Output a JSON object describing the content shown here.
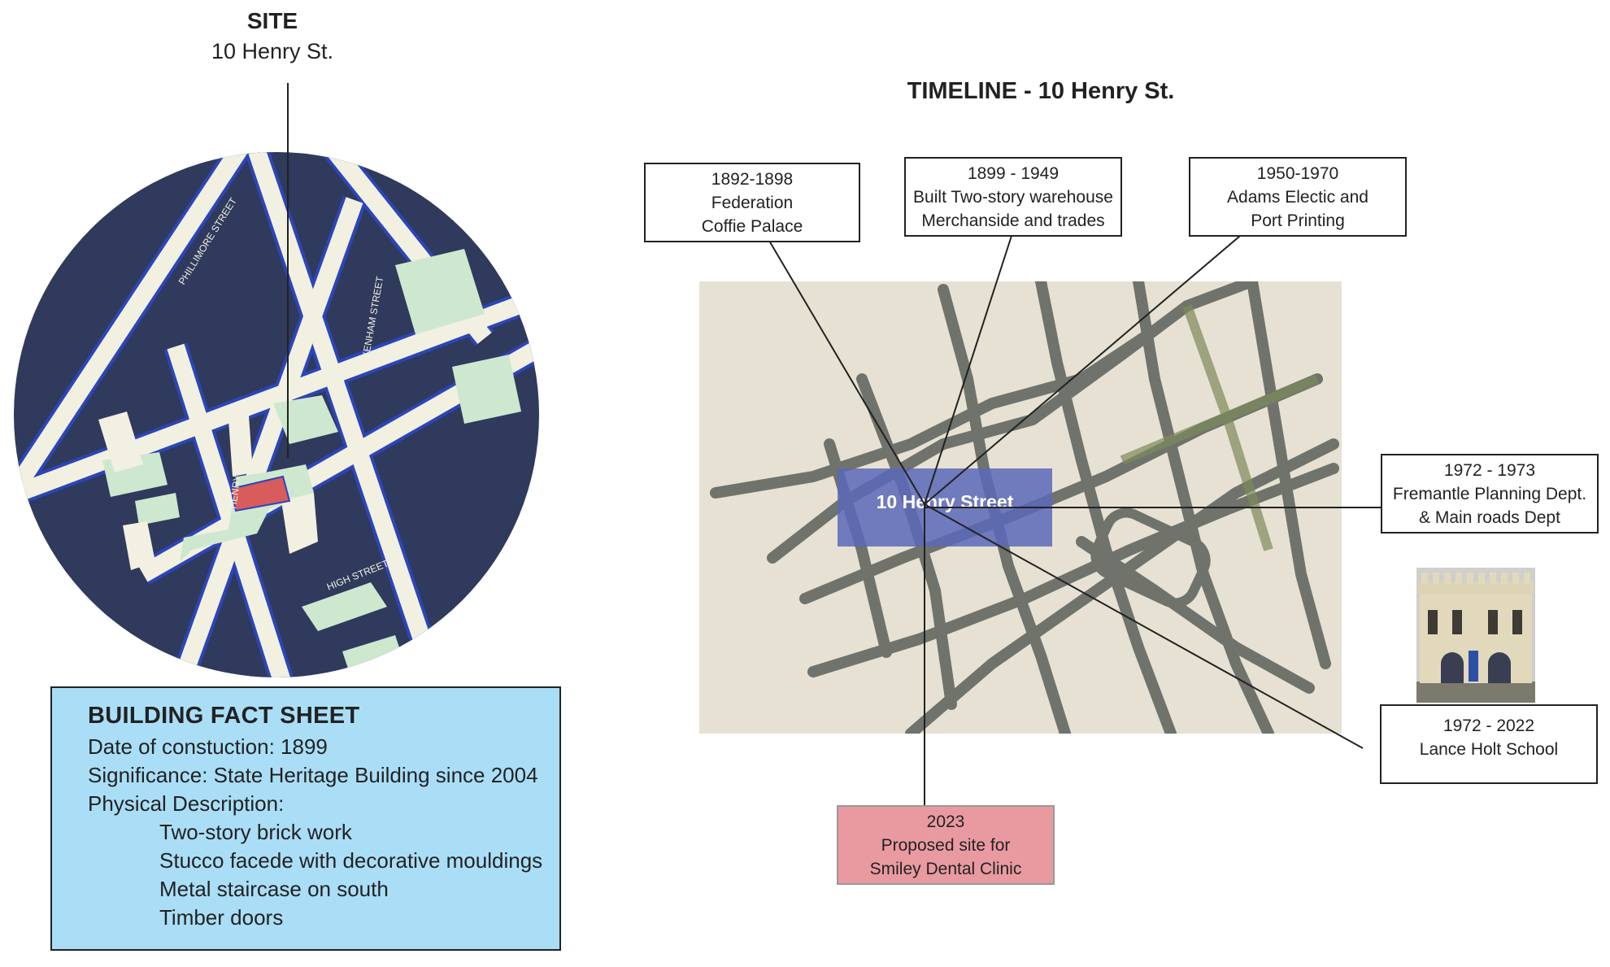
{
  "site": {
    "title": "SITE",
    "address": "10 Henry St."
  },
  "site_map": {
    "street_labels": [
      "PHILLIMORE STREET",
      "PAKENHAM STREET",
      "HENRY STREET",
      "HIGH STREET"
    ]
  },
  "timeline": {
    "title": "TIMELINE - 10 Henry St.",
    "map_label": "10 Henry Street",
    "events": [
      {
        "lines": [
          "1892-1898",
          "Federation",
          "Coffie Palace"
        ]
      },
      {
        "lines": [
          "1899 - 1949",
          "Built Two-story warehouse",
          "Merchanside and trades"
        ]
      },
      {
        "lines": [
          "1950-1970",
          "Adams Electic and",
          "Port Printing"
        ]
      },
      {
        "lines": [
          "1972 - 1973",
          "Fremantle Planning Dept.",
          "& Main roads Dept"
        ]
      },
      {
        "lines": [
          "1972 - 2022",
          "Lance Holt School"
        ]
      },
      {
        "lines": [
          "2023",
          "Proposed site for",
          "Smiley Dental Clinic"
        ]
      }
    ]
  },
  "fact_sheet": {
    "title": "BUILDING FACT SHEET",
    "construction": "Date of constuction: 1899",
    "significance": "Significance: State Heritage Building since 2004",
    "physical_label": "Physical Description:",
    "physical_items": [
      "Two-story brick work",
      "Stucco facede with decorative mouldings",
      "Metal staircase on south",
      "Timber doors"
    ]
  },
  "colors": {
    "map_block": "#2f3a5c",
    "map_road": "#f2f0e0",
    "map_road_edge": "#2c45b8",
    "map_green": "#cde8cf",
    "site_highlight": "#d85c5c",
    "fact_bg": "#aadef7",
    "proposed_bg": "#e99aa1",
    "map_label_bg": "#5a68b8"
  }
}
